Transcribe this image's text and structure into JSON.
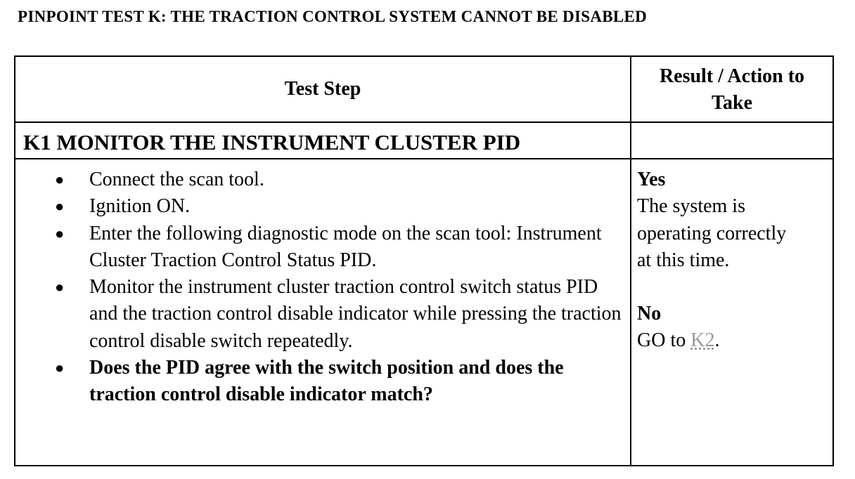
{
  "document": {
    "title": "PINPOINT TEST K: THE TRACTION CONTROL SYSTEM CANNOT BE DISABLED"
  },
  "table": {
    "headers": {
      "test_step": "Test Step",
      "result_line1": "Result / Action to",
      "result_line2": "Take"
    },
    "step": {
      "title": "K1 MONITOR THE INSTRUMENT CLUSTER PID",
      "bullets": [
        "Connect the scan tool.",
        "Ignition ON.",
        "Enter the following diagnostic mode on the scan tool: Instrument Cluster Traction Control Status PID.",
        "Monitor the instrument cluster traction control switch status PID and the traction control disable indicator while pressing the traction control disable switch repeatedly.",
        "Does the PID agree with the switch position and does the traction control disable indicator match?"
      ],
      "result": {
        "yes_label": "Yes",
        "yes_text_1": "The system is",
        "yes_text_2": "operating correctly",
        "yes_text_3": "at this time.",
        "no_label": "No",
        "no_prefix": "GO to ",
        "no_link": "K2",
        "no_suffix": "."
      }
    }
  }
}
